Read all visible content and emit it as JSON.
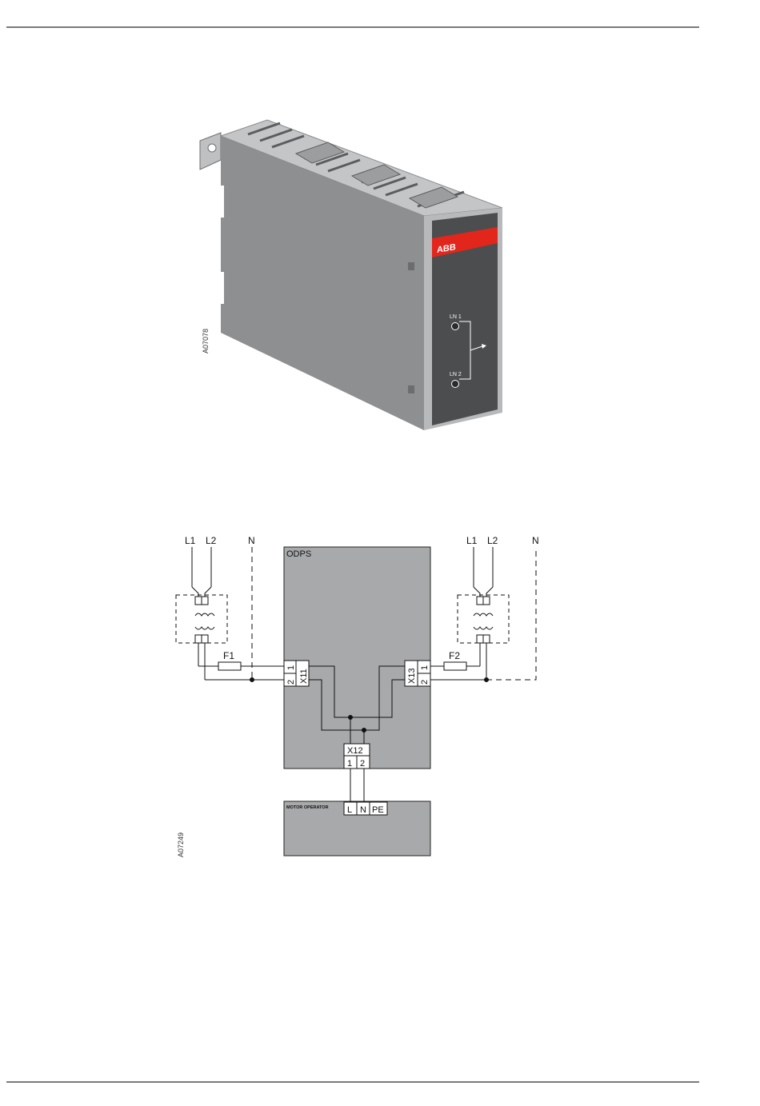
{
  "product": {
    "figure_code": "A07078",
    "brand": "ABB",
    "inputs": [
      "LN 1",
      "LN 2"
    ],
    "colors": {
      "body": "#8f9092",
      "front": "#4c4d4f",
      "stripe": "#e2261c"
    }
  },
  "diagram": {
    "figure_code": "A07249",
    "left_supply": {
      "l1": "L1",
      "l2": "L2",
      "n": "N",
      "fuse": "F1"
    },
    "right_supply": {
      "l1": "L1",
      "l2": "L2",
      "n": "N",
      "fuse": "F2"
    },
    "odps": {
      "title": "ODPS",
      "x11": {
        "name": "X11",
        "pin1": "1",
        "pin2": "2"
      },
      "x13": {
        "name": "X13",
        "pin1": "1",
        "pin2": "2"
      },
      "x12": {
        "name": "X12",
        "pin1": "1",
        "pin2": "2"
      }
    },
    "motor_operator": {
      "title": "MOTOR OPERATOR",
      "terminals": [
        "L",
        "N",
        "PE"
      ]
    },
    "colors": {
      "box_fill": "#a8a9ab"
    }
  }
}
